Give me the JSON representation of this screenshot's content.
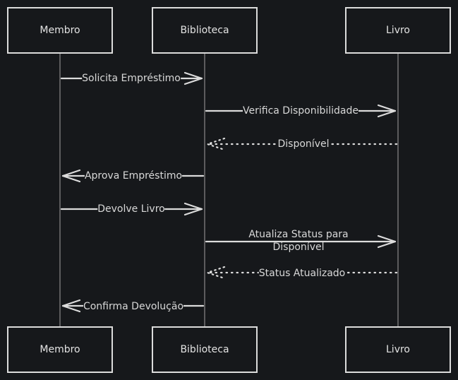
{
  "participants": [
    "Membro",
    "Biblioteca",
    "Livro"
  ],
  "messages": [
    {
      "from": 0,
      "to": 1,
      "text": "Solicita Empréstimo",
      "style": "solid"
    },
    {
      "from": 1,
      "to": 2,
      "text": "Verifica Disponibilidade",
      "style": "solid"
    },
    {
      "from": 2,
      "to": 1,
      "text": "Disponível",
      "style": "dotted"
    },
    {
      "from": 1,
      "to": 0,
      "text": "Aprova Empréstimo",
      "style": "solid"
    },
    {
      "from": 0,
      "to": 1,
      "text": "Devolve Livro",
      "style": "solid"
    },
    {
      "from": 1,
      "to": 2,
      "text": "Atualiza Status para Disponível",
      "style": "solid"
    },
    {
      "from": 2,
      "to": 1,
      "text": "Status Atualizado",
      "style": "dotted"
    },
    {
      "from": 1,
      "to": 0,
      "text": "Confirma Devolução",
      "style": "solid"
    }
  ],
  "colors": {
    "background": "#16181b",
    "stroke": "#dcdcdc",
    "lifeline": "#8a8a8a"
  }
}
